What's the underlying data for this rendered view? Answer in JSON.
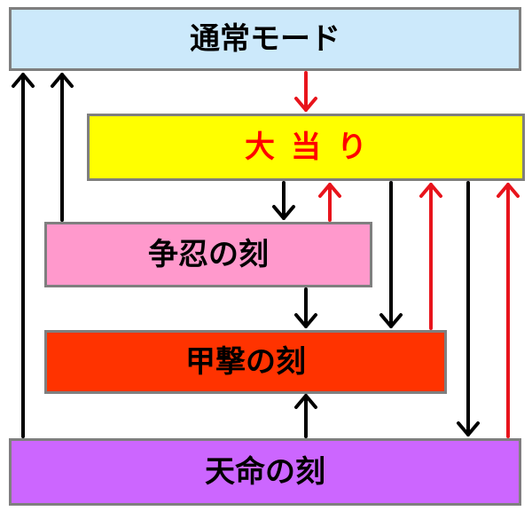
{
  "diagram": {
    "colors": {
      "arrow_black": "#000000",
      "arrow_red": "#e8141c"
    },
    "nodes": {
      "normal_mode": {
        "label": "通常モード",
        "color": "#cce9fb"
      },
      "jackpot": {
        "label": "大当り",
        "color": "#ffff00",
        "text_color": "#ff0000"
      },
      "sou_nin": {
        "label": "争忍の刻",
        "color": "#ff99cc"
      },
      "kou_geki": {
        "label": "甲撃の刻",
        "color": "#ff3300"
      },
      "ten_mei": {
        "label": "天命の刻",
        "color": "#cc66ff"
      }
    },
    "edges": [
      {
        "from": "normal_mode",
        "to": "jackpot",
        "color": "red"
      },
      {
        "from": "jackpot",
        "to": "sou_nin",
        "color": "black"
      },
      {
        "from": "sou_nin",
        "to": "jackpot",
        "color": "red"
      },
      {
        "from": "jackpot",
        "to": "kou_geki",
        "color": "black"
      },
      {
        "from": "kou_geki",
        "to": "jackpot",
        "color": "red"
      },
      {
        "from": "jackpot",
        "to": "ten_mei",
        "color": "black"
      },
      {
        "from": "ten_mei",
        "to": "jackpot",
        "color": "red"
      },
      {
        "from": "sou_nin",
        "to": "normal_mode",
        "color": "black"
      },
      {
        "from": "ten_mei",
        "to": "normal_mode",
        "color": "black"
      },
      {
        "from": "sou_nin",
        "to": "kou_geki",
        "color": "black"
      },
      {
        "from": "ten_mei",
        "to": "kou_geki",
        "color": "black"
      }
    ]
  }
}
